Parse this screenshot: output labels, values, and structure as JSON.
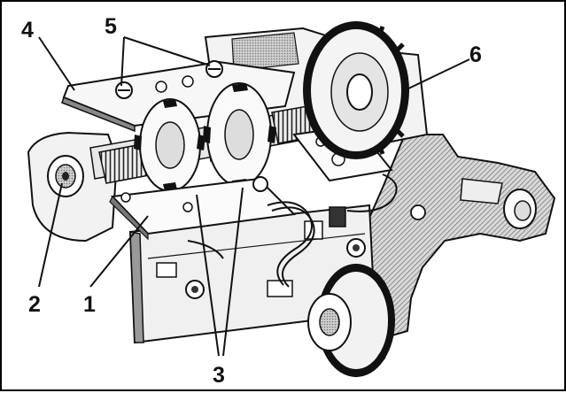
{
  "diagram": {
    "callouts": [
      {
        "id": "c1",
        "label": "1"
      },
      {
        "id": "c2",
        "label": "2"
      },
      {
        "id": "c3",
        "label": "3"
      },
      {
        "id": "c4",
        "label": "4"
      },
      {
        "id": "c5",
        "label": "5"
      },
      {
        "id": "c6",
        "label": "6"
      }
    ],
    "colors": {
      "background": "#ffffff",
      "line": "#111111",
      "shade": "#bdbdbd",
      "dark_shade": "#7a7a7a",
      "metal": "#e6e6e6"
    }
  }
}
